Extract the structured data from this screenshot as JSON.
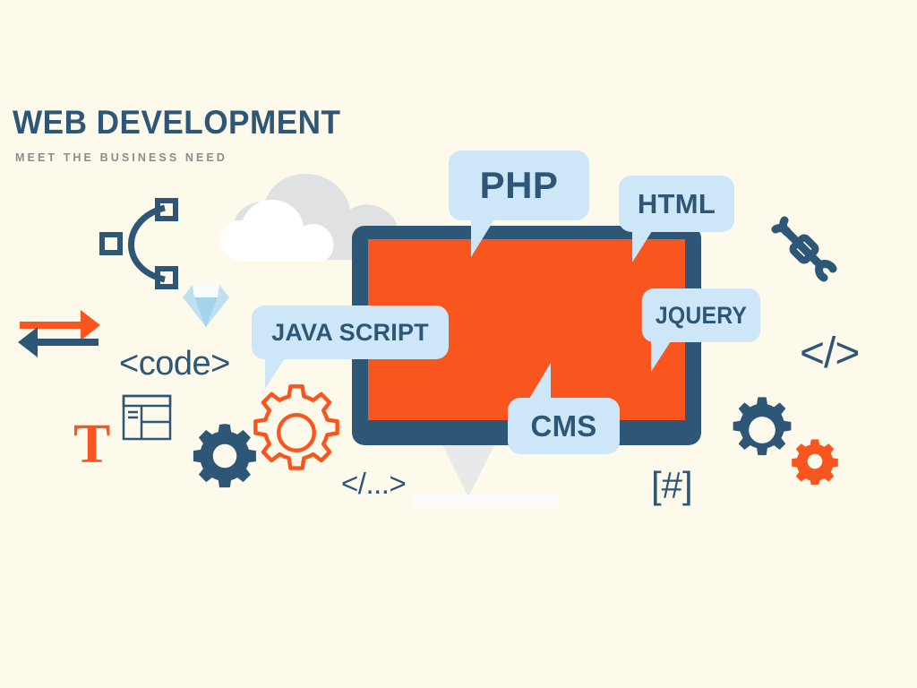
{
  "theme": {
    "background": "#fdfaeb",
    "navy": "#2e5777",
    "orange": "#f9551f",
    "bubble_blue": "#cde7f8",
    "subtitle_gray": "#8c8c8c",
    "cloud_gray": "#dfe1e3",
    "cloud_white": "#ffffff",
    "stand_gray": "#e9e9ea"
  },
  "heading": {
    "title": "WEB DEVELOPMENT",
    "subtitle": "MEET THE BUSINESS NEED"
  },
  "bubbles": [
    {
      "id": "php",
      "label": "PHP",
      "color": "#cde7f8",
      "text_color": "#2e5777"
    },
    {
      "id": "html",
      "label": "HTML",
      "color": "#cde7f8",
      "text_color": "#2e5777"
    },
    {
      "id": "js",
      "label": "JAVA SCRIPT",
      "color": "#cde7f8",
      "text_color": "#2e5777"
    },
    {
      "id": "jquery",
      "label": "JQUERY",
      "color": "#cde7f8",
      "text_color": "#2e5777"
    },
    {
      "id": "cms",
      "label": "CMS",
      "color": "#cde7f8",
      "text_color": "#2e5777"
    }
  ],
  "glyph_icons": {
    "code_text": "<code>",
    "angle_slash": "</>",
    "ellipsis_tag": "</...>",
    "hash_brackets": "[#]",
    "text_tool": "T"
  },
  "icon_names": [
    "bezier-curve-icon",
    "exchange-arrows-icon",
    "diamond-gem-icon",
    "wireframe-layout-icon",
    "text-tool-icon",
    "gear-navy-small-icon",
    "gear-orange-outline-icon",
    "cloud-gray-icon",
    "cloud-white-icon",
    "chain-link-icon",
    "gear-navy-large-icon",
    "gear-orange-solid-icon",
    "monitor-icon",
    "code-text-icon",
    "angle-slash-icon",
    "ellipsis-tag-icon",
    "hash-brackets-icon"
  ],
  "monitor": {
    "bezel_color": "#2e5777",
    "screen_color": "#f9551f",
    "stand_color": "#e9e9ea",
    "base_color": "#fbfbfb"
  }
}
